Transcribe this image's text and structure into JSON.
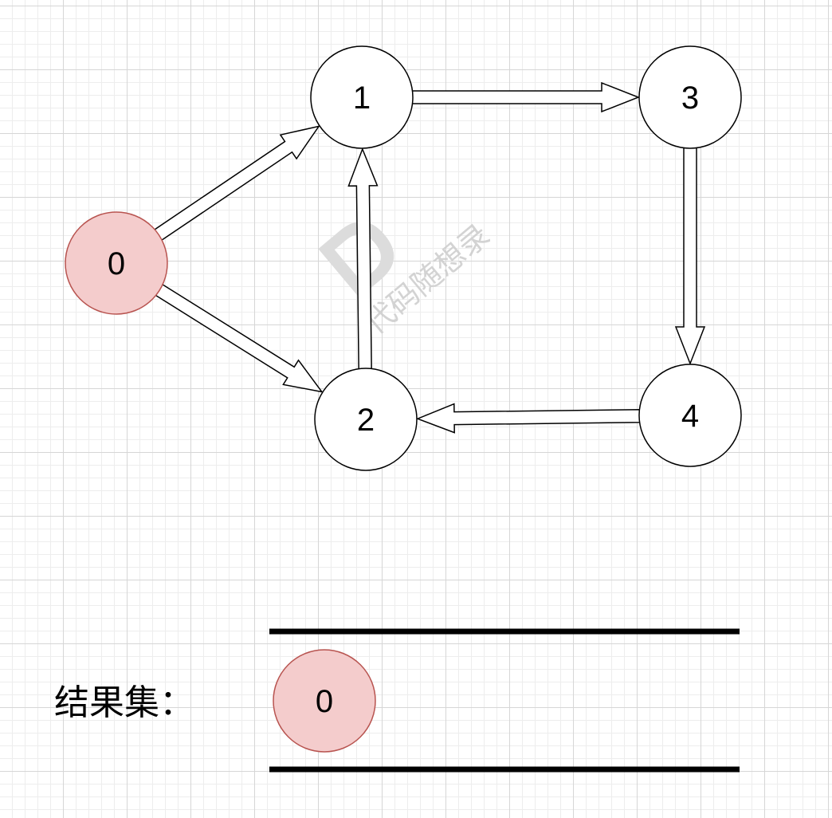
{
  "diagram": {
    "nodes": [
      {
        "id": "0",
        "label": "0",
        "highlighted": true
      },
      {
        "id": "1",
        "label": "1",
        "highlighted": false
      },
      {
        "id": "2",
        "label": "2",
        "highlighted": false
      },
      {
        "id": "3",
        "label": "3",
        "highlighted": false
      },
      {
        "id": "4",
        "label": "4",
        "highlighted": false
      }
    ],
    "edges": [
      {
        "from": "0",
        "to": "1"
      },
      {
        "from": "0",
        "to": "2"
      },
      {
        "from": "1",
        "to": "3"
      },
      {
        "from": "3",
        "to": "4"
      },
      {
        "from": "4",
        "to": "2"
      },
      {
        "from": "2",
        "to": "1"
      }
    ],
    "watermark": "代码随想录"
  },
  "result": {
    "label": "结果集：",
    "items": [
      "0"
    ]
  },
  "colors": {
    "highlight_fill": "#f4cccc",
    "highlight_stroke": "#b85450",
    "node_fill": "#ffffff",
    "node_stroke": "#000000",
    "line": "#000000"
  }
}
